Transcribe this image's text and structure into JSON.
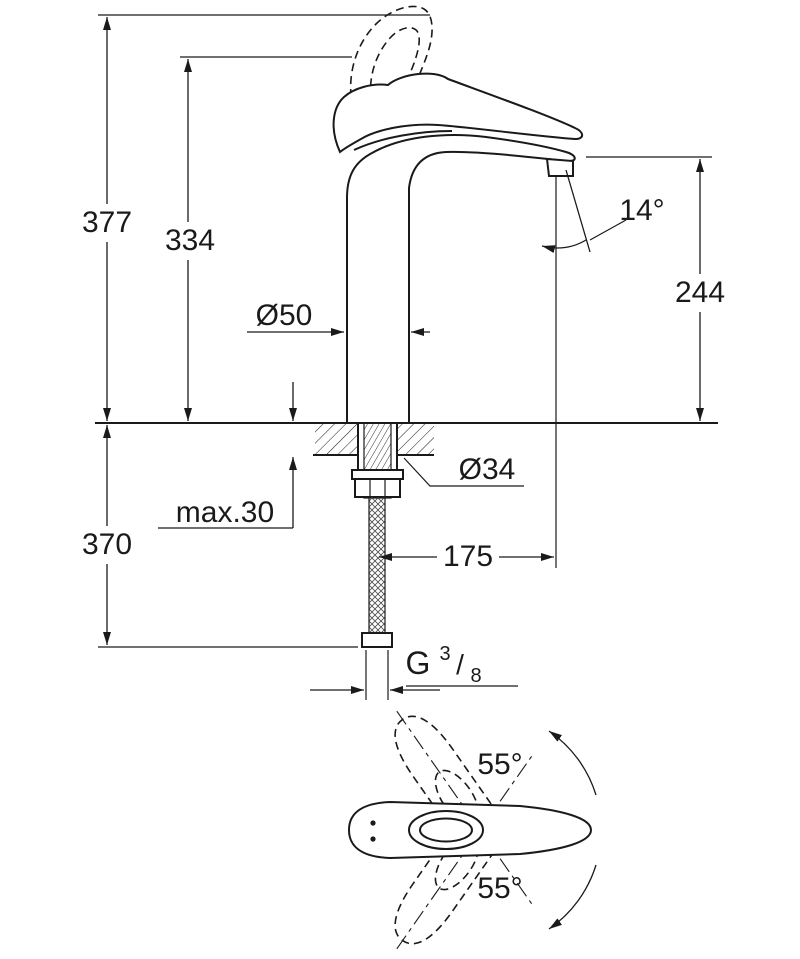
{
  "page": {
    "background": "#ffffff",
    "line_color": "#1a1a1a",
    "description": "Technical dimension drawing of a single-lever basin mixer tap"
  },
  "side_view": {
    "labels": {
      "overall_height": "377",
      "handle_height": "334",
      "body_diameter": "Ø50",
      "spray_angle": "14°",
      "spout_height": "244",
      "hole_diameter": "Ø34",
      "max_deck_thickness": "max.30",
      "below_deck_length": "370",
      "spout_reach": "175",
      "thread_g": "G",
      "thread_numerator": "3",
      "thread_slash": "/",
      "thread_denominator": "8"
    }
  },
  "top_view": {
    "labels": {
      "swivel_upper": "55°",
      "swivel_lower": "55°"
    }
  }
}
